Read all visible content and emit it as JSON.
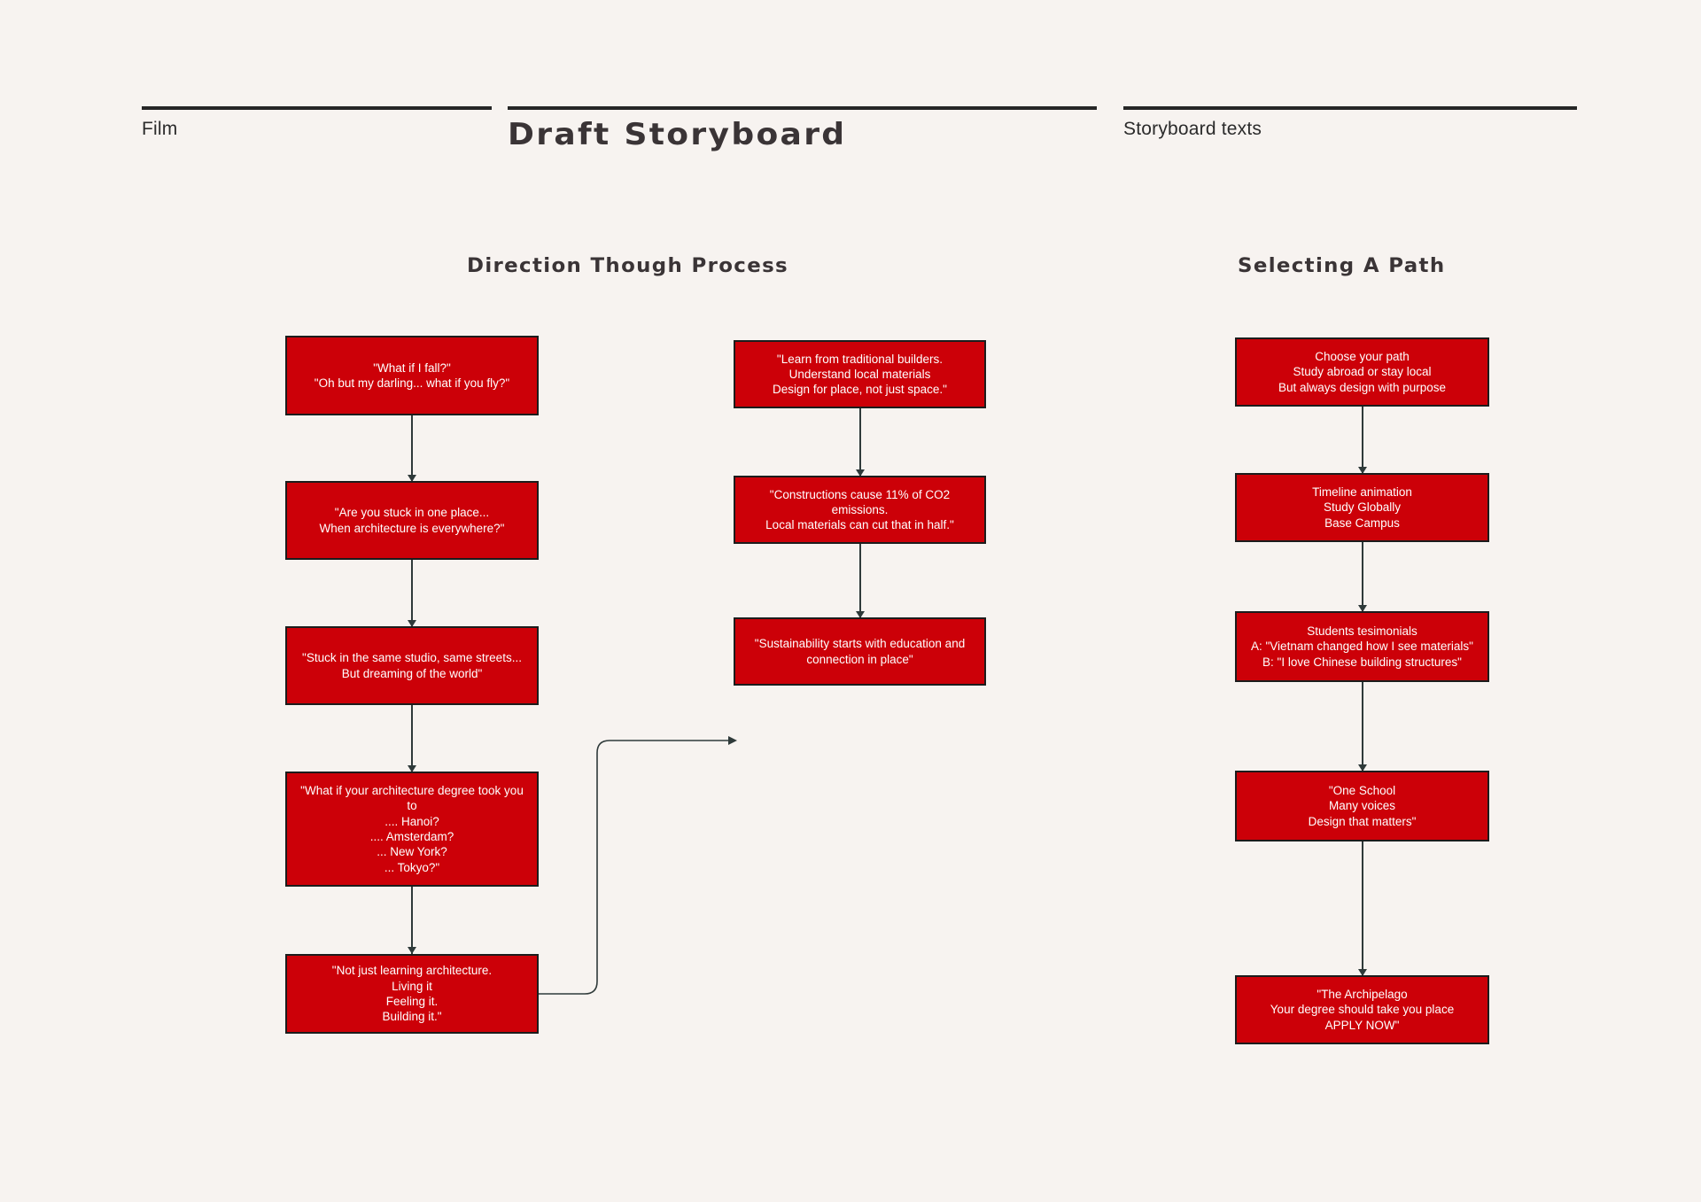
{
  "header": {
    "left_label": "Film",
    "center_title": "Draft Storyboard",
    "right_label": "Storyboard texts"
  },
  "sections": [
    {
      "id": "direction",
      "heading": "Direction Though Process"
    },
    {
      "id": "selecting",
      "heading": "Selecting A Path"
    }
  ],
  "columns": {
    "col1": [
      {
        "id": "c1b1",
        "text": "\"What if I fall?\"\n\"Oh but my darling... what if you fly?\""
      },
      {
        "id": "c1b2",
        "text": "\"Are you stuck in one place...\nWhen architecture is everywhere?\""
      },
      {
        "id": "c1b3",
        "text": "\"Stuck in the same studio, same streets...\nBut dreaming of the world\""
      },
      {
        "id": "c1b4",
        "text": "\"What if your architecture degree took you to\n.... Hanoi?\n.... Amsterdam?\n... New York?\n... Tokyo?\""
      },
      {
        "id": "c1b5",
        "text": "\"Not just learning architecture.\nLiving it\nFeeling it.\nBuilding it.\""
      }
    ],
    "col2": [
      {
        "id": "c2b1",
        "text": "\"Learn from traditional builders.\nUnderstand local materials\nDesign for place, not just space.\""
      },
      {
        "id": "c2b2",
        "text": "\"Constructions cause 11% of CO2 emissions.\nLocal materials can cut that in half.\""
      },
      {
        "id": "c2b3",
        "text": "\"Sustainability starts with education and connection in place\""
      }
    ],
    "col3": [
      {
        "id": "c3b1",
        "text": "Choose your path\nStudy abroad or stay local\nBut always design with purpose"
      },
      {
        "id": "c3b2",
        "text": "Timeline animation\nStudy Globally\nBase Campus"
      },
      {
        "id": "c3b3",
        "text": "Students tesimonials\nA: \"Vietnam changed how I see materials\"\nB: \"I love Chinese building structures\""
      },
      {
        "id": "c3b4",
        "text": "\"One School\nMany voices\nDesign that matters\""
      },
      {
        "id": "c3b5",
        "text": "\"The Archipelago\nYour degree should take you place\nAPPLY NOW\""
      }
    ]
  },
  "colors": {
    "background": "#F7F3F0",
    "box_fill": "#CC0008",
    "box_border": "#1C1C1C",
    "box_text": "#FFFFFF",
    "rule": "#262626",
    "connector": "#2F3A3A"
  }
}
